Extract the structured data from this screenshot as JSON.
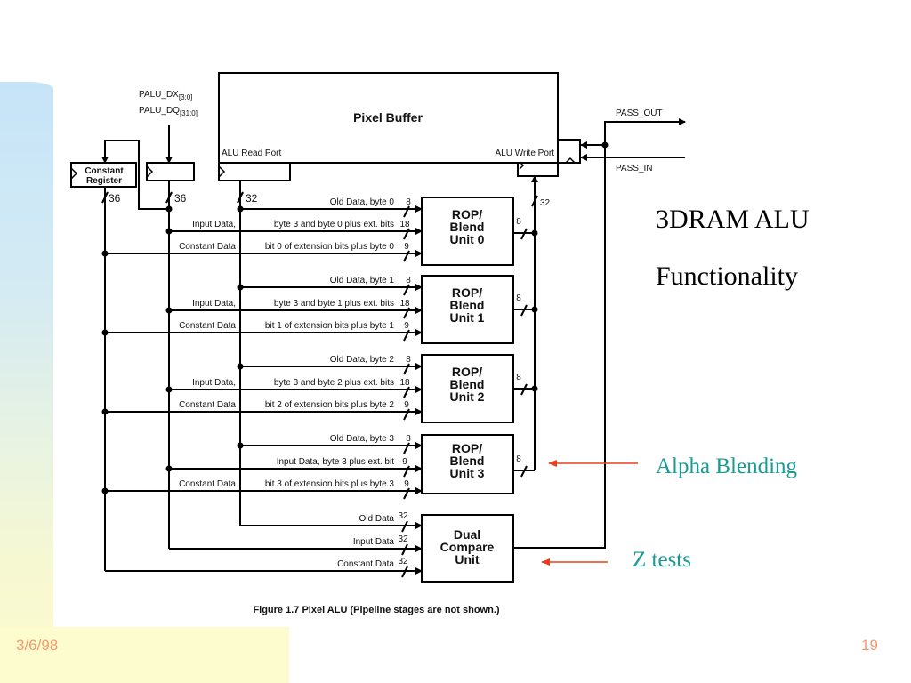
{
  "slide": {
    "title_line1": "3DRAM ALU",
    "title_line2": "Functionality",
    "annotations": {
      "alpha_blending": "Alpha Blending",
      "z_tests": "Z tests"
    },
    "footer": {
      "date": "3/6/98",
      "page_number": "19"
    },
    "colors": {
      "annotation_text": "#1a9a94",
      "annotation_arrow": "#e8401c",
      "footer_text": "#f49a6e"
    }
  },
  "diagram": {
    "caption": "Figure 1.7  Pixel ALU (Pipeline stages are not shown.)",
    "pixel_buffer": {
      "label": "Pixel Buffer",
      "read_port": "ALU Read Port",
      "write_port": "ALU Write Port"
    },
    "inputs": {
      "palu_dx": "PALU_DX",
      "palu_dx_sub": "[3:0]",
      "palu_dq": "PALU_DQ",
      "palu_dq_sub": "[31:0]"
    },
    "constant_register": {
      "line1": "Constant",
      "line2": "Register"
    },
    "pass": {
      "out": "PASS_OUT",
      "in": "PASS_IN"
    },
    "bus_widths": {
      "const_reg": "36",
      "input_reg": "36",
      "read_port": "32",
      "write_port": "32"
    },
    "rop_units": [
      {
        "line1": "ROP/",
        "line2": "Blend",
        "line3": "Unit 0",
        "old_data": "Old Data, byte 0",
        "old_width": "8",
        "input_left": "Input Data,",
        "input_right": "byte 3 and byte 0 plus ext. bits",
        "input_width": "18",
        "const_left": "Constant Data",
        "const_right": "bit 0 of extension bits plus byte 0",
        "const_width": "9",
        "out_width": "8"
      },
      {
        "line1": "ROP/",
        "line2": "Blend",
        "line3": "Unit 1",
        "old_data": "Old Data, byte 1",
        "old_width": "8",
        "input_left": "Input Data,",
        "input_right": "byte 3 and byte 1 plus ext. bits",
        "input_width": "18",
        "const_left": "Constant Data",
        "const_right": "bit 1 of extension bits plus byte 1",
        "const_width": "9",
        "out_width": "8"
      },
      {
        "line1": "ROP/",
        "line2": "Blend",
        "line3": "Unit 2",
        "old_data": "Old Data, byte 2",
        "old_width": "8",
        "input_left": "Input Data,",
        "input_right": "byte 3 and byte 2 plus ext. bits",
        "input_width": "18",
        "const_left": "Constant Data",
        "const_right": "bit 2 of extension bits plus byte 2",
        "const_width": "9",
        "out_width": "8"
      },
      {
        "line1": "ROP/",
        "line2": "Blend",
        "line3": "Unit 3",
        "old_data": "Old Data, byte 3",
        "old_width": "8",
        "input_left": "",
        "input_right": "Input Data, byte 3 plus ext. bit",
        "input_width": "9",
        "const_left": "Constant Data",
        "const_right": "bit 3 of extension bits plus byte 3",
        "const_width": "9",
        "out_width": "8"
      }
    ],
    "compare_unit": {
      "line1": "Dual",
      "line2": "Compare",
      "line3": "Unit",
      "old_data": "Old Data",
      "old_width": "32",
      "input_data": "Input Data",
      "input_width": "32",
      "const_data": "Constant Data",
      "const_width": "32"
    }
  }
}
